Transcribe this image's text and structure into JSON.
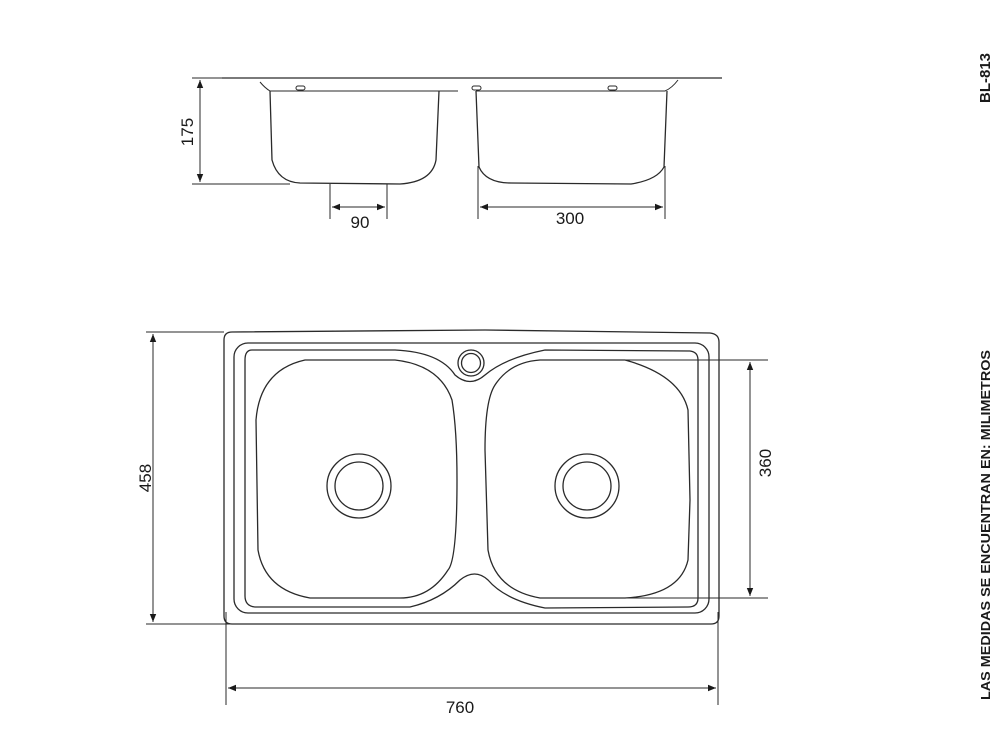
{
  "model": "BL-813",
  "units_note": "LAS MEDIDAS SE ENCUENTRAN EN: MILIMETROS",
  "side_view": {
    "depth": "175",
    "drain_width": "90",
    "bowl_width": "300"
  },
  "top_view": {
    "overall_depth": "458",
    "bowl_depth": "360",
    "overall_width": "760"
  }
}
